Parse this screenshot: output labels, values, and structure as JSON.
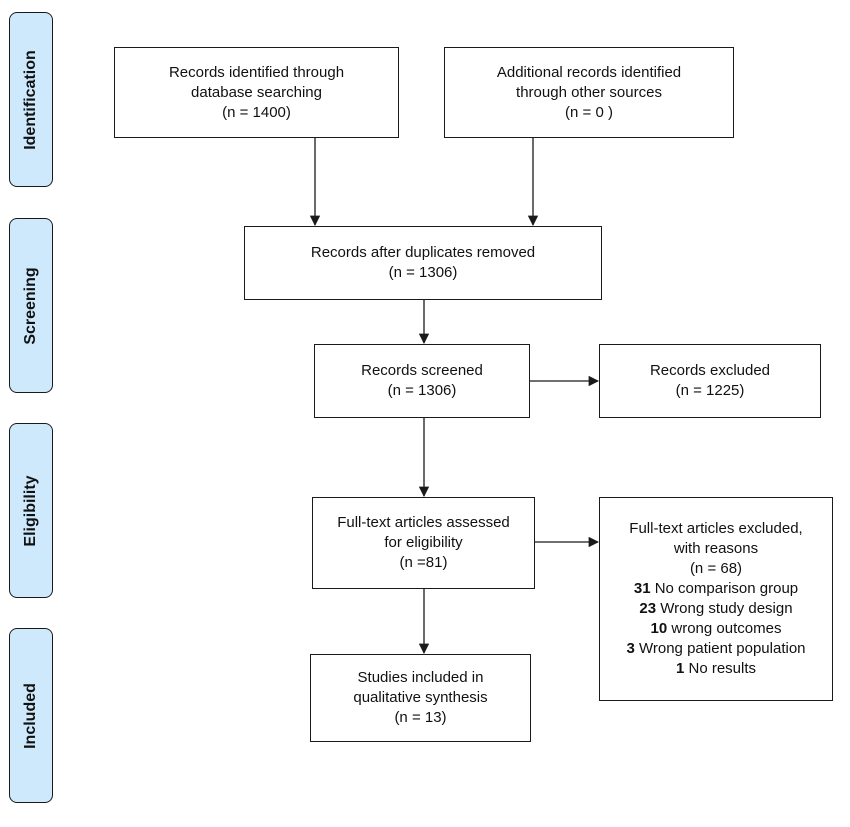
{
  "phases": {
    "identification": "Identification",
    "screening": "Screening",
    "eligibility": "Eligibility",
    "included": "Included"
  },
  "boxes": {
    "database": {
      "line1": "Records identified through",
      "line2": "database searching",
      "line3": "(n = 1400)"
    },
    "other": {
      "line1": "Additional records identified",
      "line2": "through other sources",
      "line3": "(n = 0 )"
    },
    "duplicates": {
      "line1": "Records after duplicates removed",
      "line2": "(n =  1306)"
    },
    "screened": {
      "line1": "Records screened",
      "line2": "(n =  1306)"
    },
    "excluded": {
      "line1": "Records excluded",
      "line2": "(n = 1225)"
    },
    "fulltext": {
      "line1": "Full-text articles assessed",
      "line2": "for eligibility",
      "line3": "(n =81)"
    },
    "fulltext_excluded": {
      "line1": "Full-text articles excluded,",
      "line2": "with reasons",
      "line3": "(n = 68)",
      "reasons": [
        {
          "count": "31",
          "text": " No comparison group"
        },
        {
          "count": "23",
          "text": " Wrong study design"
        },
        {
          "count": "10",
          "text": " wrong outcomes"
        },
        {
          "count": "3",
          "text": " Wrong patient population"
        },
        {
          "count": "1",
          "text": " No results"
        }
      ]
    },
    "included": {
      "line1": "Studies included in",
      "line2": "qualitative synthesis",
      "line3": "(n = 13)"
    }
  },
  "colors": {
    "phase_fill": "#cde9fb",
    "stroke": "#1a1a1a"
  }
}
